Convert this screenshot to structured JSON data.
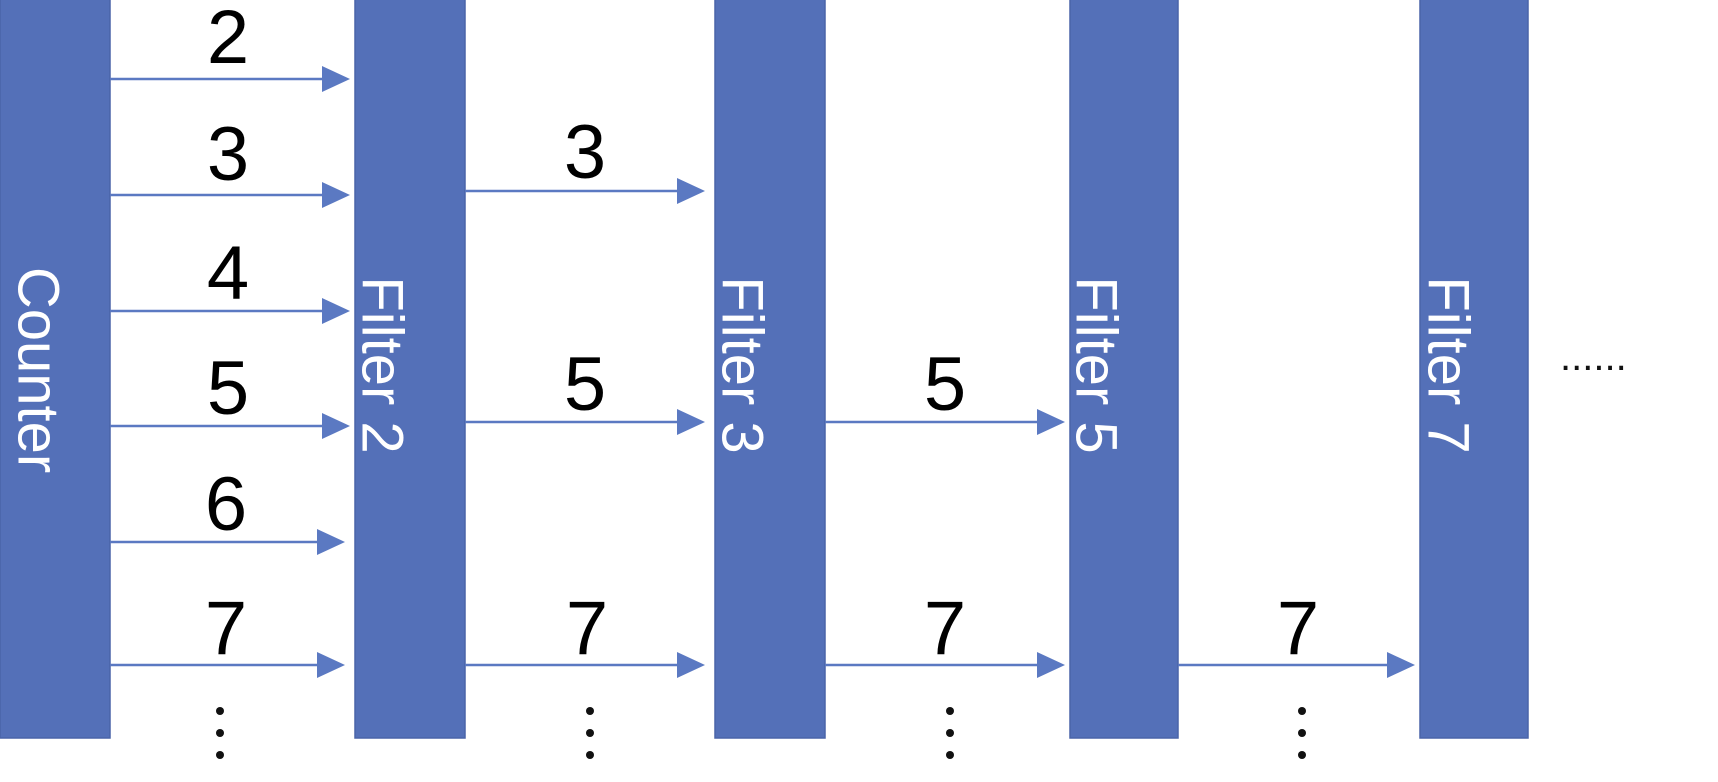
{
  "stages": [
    {
      "id": "counter",
      "label": "Counter"
    },
    {
      "id": "filter-2",
      "label": "Filter 2"
    },
    {
      "id": "filter-3",
      "label": "Filter 3"
    },
    {
      "id": "filter-5",
      "label": "Filter 5"
    },
    {
      "id": "filter-7",
      "label": "Filter 7"
    }
  ],
  "edges": [
    {
      "from": "counter",
      "to": "filter-2",
      "label": "2"
    },
    {
      "from": "counter",
      "to": "filter-2",
      "label": "3"
    },
    {
      "from": "counter",
      "to": "filter-2",
      "label": "4"
    },
    {
      "from": "counter",
      "to": "filter-2",
      "label": "5"
    },
    {
      "from": "counter",
      "to": "filter-2",
      "label": "6"
    },
    {
      "from": "counter",
      "to": "filter-2",
      "label": "7"
    },
    {
      "from": "filter-2",
      "to": "filter-3",
      "label": "3"
    },
    {
      "from": "filter-2",
      "to": "filter-3",
      "label": "5"
    },
    {
      "from": "filter-2",
      "to": "filter-3",
      "label": "7"
    },
    {
      "from": "filter-3",
      "to": "filter-5",
      "label": "5"
    },
    {
      "from": "filter-3",
      "to": "filter-5",
      "label": "7"
    },
    {
      "from": "filter-5",
      "to": "filter-7",
      "label": "7"
    }
  ],
  "continuation_marker": "......",
  "colors": {
    "bar_fill": "#5470b8",
    "arrow": "#5b79c2",
    "bar_text": "#ffffff",
    "label_text": "#000000"
  }
}
